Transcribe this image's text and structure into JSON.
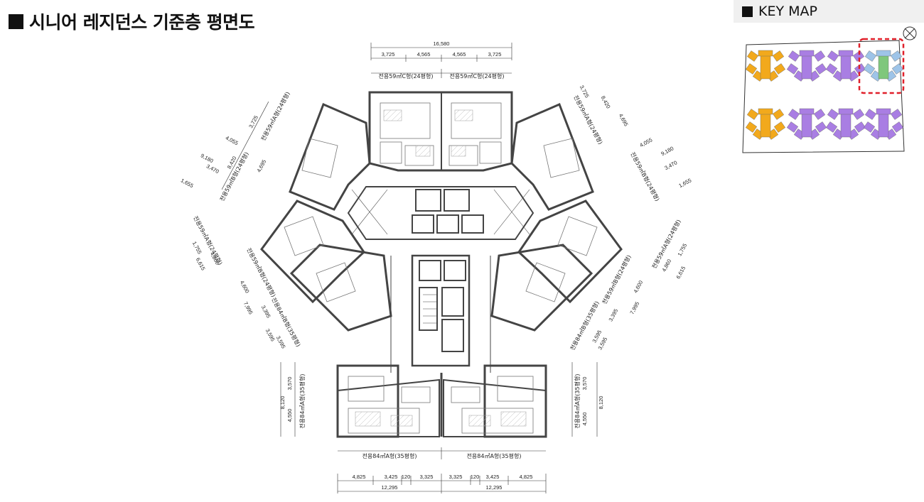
{
  "title": "시니어 레지던스 기준층 평면도",
  "key_map": {
    "title": "KEY MAP",
    "colors": {
      "orange": "#f2a91c",
      "purple": "#a97ee3",
      "highlight": "#7fc77c",
      "dash": "#e0202a"
    }
  },
  "dimensions": {
    "top": {
      "total": "16,580",
      "parts": [
        "3,725",
        "4,565",
        "4,565",
        "3,725"
      ],
      "unit_left": "전용59㎡C형(24평형)",
      "unit_right": "전용59㎡C형(24평형)"
    },
    "upper_left": {
      "d1": "8,420",
      "d2": "3,725",
      "d3": "4,695",
      "d4": "9,180",
      "d5": "4,055",
      "d6": "3,470",
      "d7": "1,655",
      "unit_a": "전용59㎡A형(24평형)",
      "unit_b": "전용59㎡B형(24평형)"
    },
    "upper_right": {
      "d1": "3,725",
      "d2": "8,420",
      "d3": "4,695",
      "d4": "4,055",
      "d5": "9,180",
      "d6": "3,470",
      "d7": "1,655",
      "unit_a": "전용59㎡A형(24평형)",
      "unit_b": "전용59㎡B형(24평형)"
    },
    "mid_left": {
      "d1": "1,755",
      "d2": "4,860",
      "d3": "6,615",
      "d4": "4,600",
      "d5": "7,995",
      "d6": "3,395",
      "d7": "3,595",
      "d8": "3,595",
      "unit_a": "전용59㎡A형(24평형)",
      "unit_b": "전용59㎡B형(24평형)",
      "unit_c": "전용84㎡B형(35평형)"
    },
    "mid_right": {
      "d1": "1,755",
      "d2": "4,860",
      "d3": "6,615",
      "d4": "4,600",
      "d5": "3,395",
      "d6": "7,995",
      "d7": "3,595",
      "d8": "3,595",
      "unit_a": "전용59㎡A형(24평형)",
      "unit_b": "전용59㎡B형(24평형)",
      "unit_c": "전용84㎡B형(35평형)"
    },
    "bottom_left_side": {
      "d1": "3,570",
      "d2": "8,120",
      "d3": "4,550",
      "unit": "전용84㎡A형(35평형)"
    },
    "bottom_right_side": {
      "d1": "3,570",
      "d2": "8,120",
      "d3": "4,550",
      "unit": "전용84㎡A형(35평형)"
    },
    "bottom": {
      "unit_left": "전용84㎡A형(35평형)",
      "unit_right": "전용84㎡A형(35평형)",
      "parts": [
        "4,825",
        "3,425",
        "120",
        "3,325",
        "3,325",
        "120",
        "3,425",
        "4,825"
      ],
      "total_left": "12,295",
      "total_right": "12,295"
    }
  }
}
